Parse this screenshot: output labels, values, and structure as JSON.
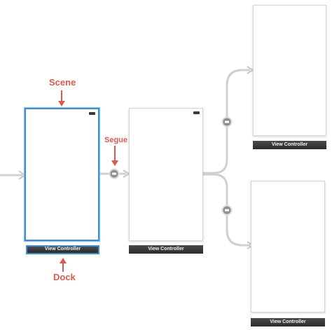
{
  "annotations": {
    "scene": "Scene",
    "segue": "Segue",
    "dock": "Dock"
  },
  "docks": {
    "initial": "View Controller",
    "middle": "View Controller",
    "top_right": "View Controller",
    "bottom_right": "View Controller"
  },
  "colors": {
    "annotation": "#e0584a",
    "selection": "#3a8fd6",
    "segue_line": "#d0d0d0",
    "dock_bg": "#333333"
  }
}
